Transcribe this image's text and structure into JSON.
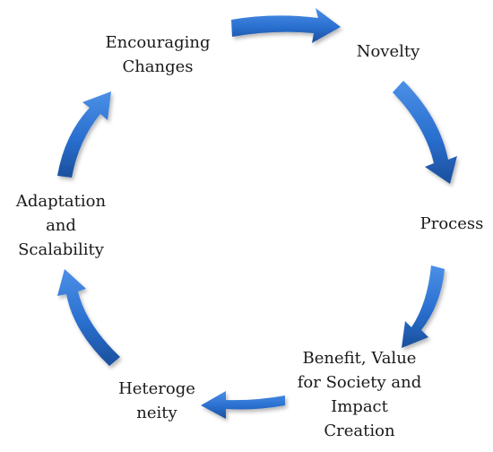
{
  "diagram": {
    "nodes": [
      {
        "id": "encouraging",
        "lines": [
          "Encouraging",
          "Changes"
        ]
      },
      {
        "id": "novelty",
        "lines": [
          "Novelty"
        ]
      },
      {
        "id": "process",
        "lines": [
          "Process"
        ]
      },
      {
        "id": "benefit",
        "lines": [
          "Benefit, Value",
          "for Society and",
          "Impact",
          "Creation"
        ]
      },
      {
        "id": "heterogeneity",
        "lines": [
          "Heteroge",
          "neity"
        ]
      },
      {
        "id": "adaptation",
        "lines": [
          "Adaptation",
          "and",
          "Scalability"
        ]
      }
    ],
    "arrow_color": "#2a6fcf",
    "arrow_dark": "#1b4f9c"
  }
}
